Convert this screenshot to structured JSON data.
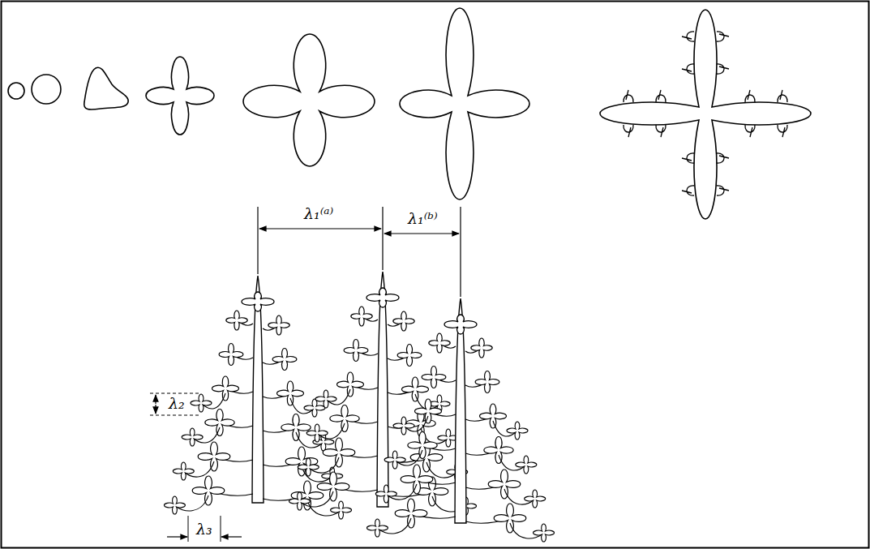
{
  "diagram": {
    "labels": [
      "λ₁⁽ᵃ⁾",
      "λ₁⁽ᵇ⁾",
      "λ₂",
      "λ₃"
    ]
  }
}
